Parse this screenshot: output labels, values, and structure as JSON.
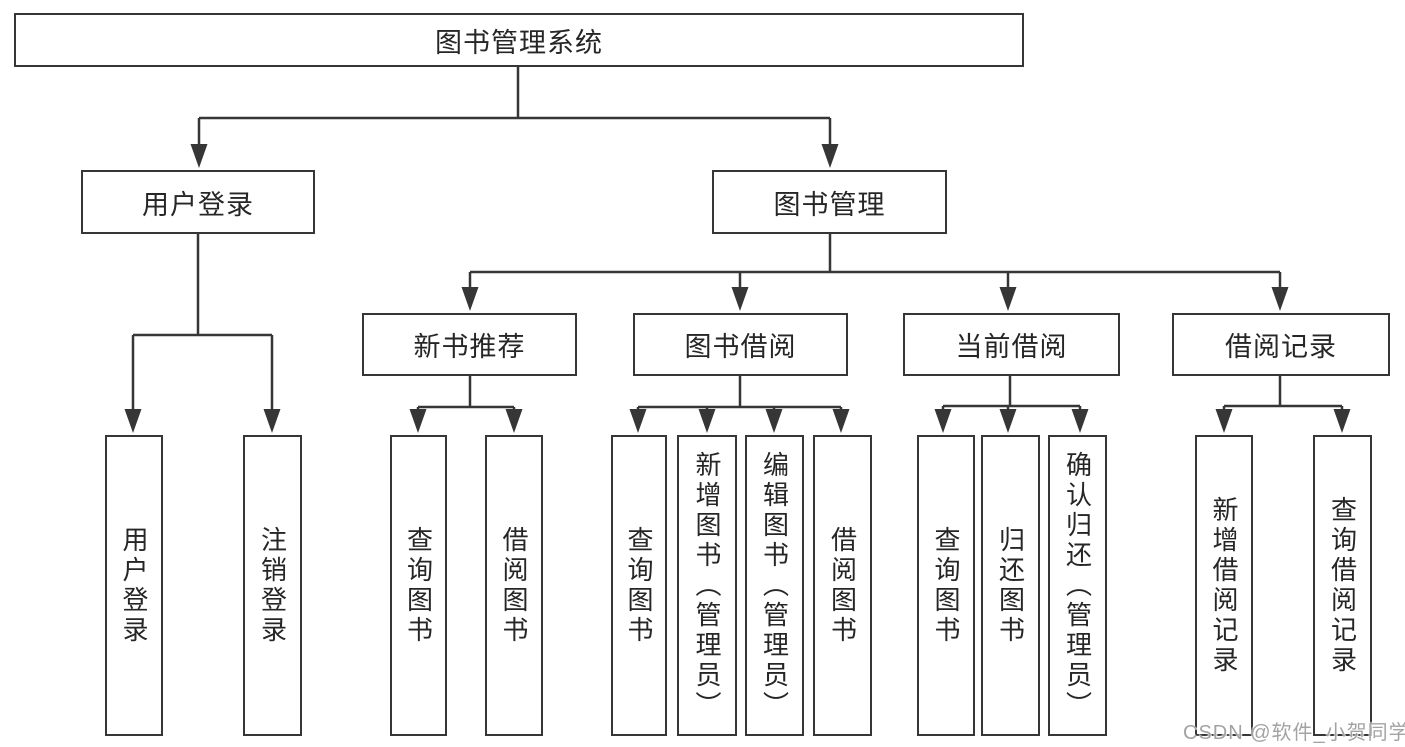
{
  "diagram": {
    "root": {
      "label": "图书管理系统",
      "children": [
        {
          "label": "用户登录",
          "children": [
            {
              "label": "用户登录"
            },
            {
              "label": "注销登录"
            }
          ]
        },
        {
          "label": "图书管理",
          "children": [
            {
              "label": "新书推荐",
              "children": [
                {
                  "label": "查询图书"
                },
                {
                  "label": "借阅图书"
                }
              ]
            },
            {
              "label": "图书借阅",
              "children": [
                {
                  "label": "查询图书"
                },
                {
                  "label": "新增图书（管理员）"
                },
                {
                  "label": "编辑图书（管理员）"
                },
                {
                  "label": "借阅图书"
                }
              ]
            },
            {
              "label": "当前借阅",
              "children": [
                {
                  "label": "查询图书"
                },
                {
                  "label": "归还图书"
                },
                {
                  "label": "确认归还（管理员）"
                }
              ]
            },
            {
              "label": "借阅记录",
              "children": [
                {
                  "label": "新增借阅记录"
                },
                {
                  "label": "查询借阅记录"
                }
              ]
            }
          ]
        }
      ]
    }
  },
  "watermark": {
    "text": "CSDN @软件_小贺同学"
  },
  "colors": {
    "line": "#363636",
    "box_border": "#363636",
    "text": "#262626",
    "watermark": "#a3a3a3",
    "background": "#ffffff"
  }
}
